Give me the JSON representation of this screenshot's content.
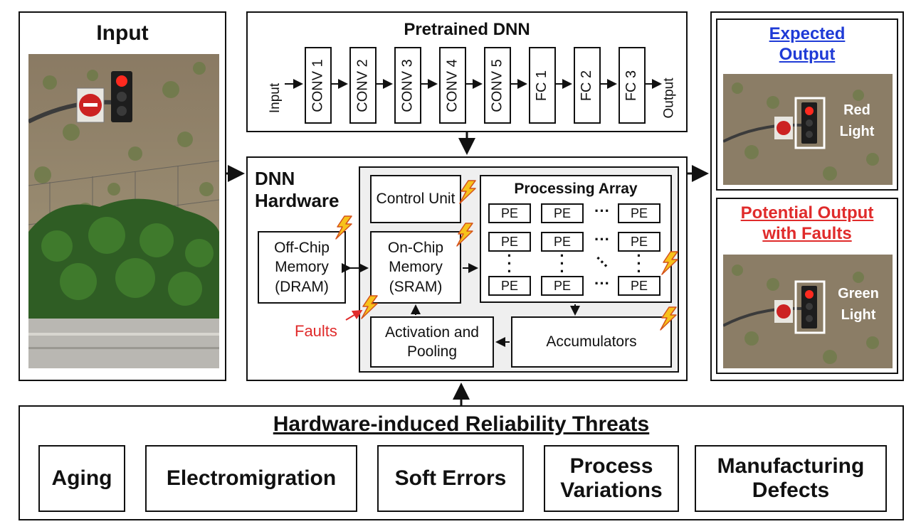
{
  "input": {
    "title": "Input"
  },
  "dnn": {
    "title": "Pretrained DNN",
    "input_label": "Input",
    "output_label": "Output",
    "layers": [
      "CONV 1",
      "CONV 2",
      "CONV 3",
      "CONV 4",
      "CONV 5",
      "FC 1",
      "FC 2",
      "FC 3"
    ]
  },
  "hardware": {
    "title_line1": "DNN",
    "title_line2": "Hardware",
    "offchip": "Off-Chip Memory (DRAM)",
    "control": "Control Unit",
    "onchip": "On-Chip Memory (SRAM)",
    "array_title": "Processing Array",
    "pe_label": "PE",
    "activation": "Activation and Pooling",
    "accumulators": "Accumulators",
    "faults_label": "Faults"
  },
  "outputs": {
    "expected_line1": "Expected",
    "expected_line2": "Output",
    "expected_tag_line1": "Red",
    "expected_tag_line2": "Light",
    "faulty_line1": "Potential Output",
    "faulty_line2": "with Faults",
    "faulty_tag_line1": "Green",
    "faulty_tag_line2": "Light"
  },
  "threats": {
    "title": "Hardware-induced Reliability Threats",
    "items": [
      "Aging",
      "Electromigration",
      "Soft Errors",
      "Process Variations",
      "Manufacturing Defects"
    ]
  },
  "colors": {
    "expected": "#1f3bd6",
    "faulty": "#e02b2b",
    "bolt_fill": "#f7c21b",
    "bolt_stroke": "#d4521a",
    "panel_fill": "#efefef"
  }
}
